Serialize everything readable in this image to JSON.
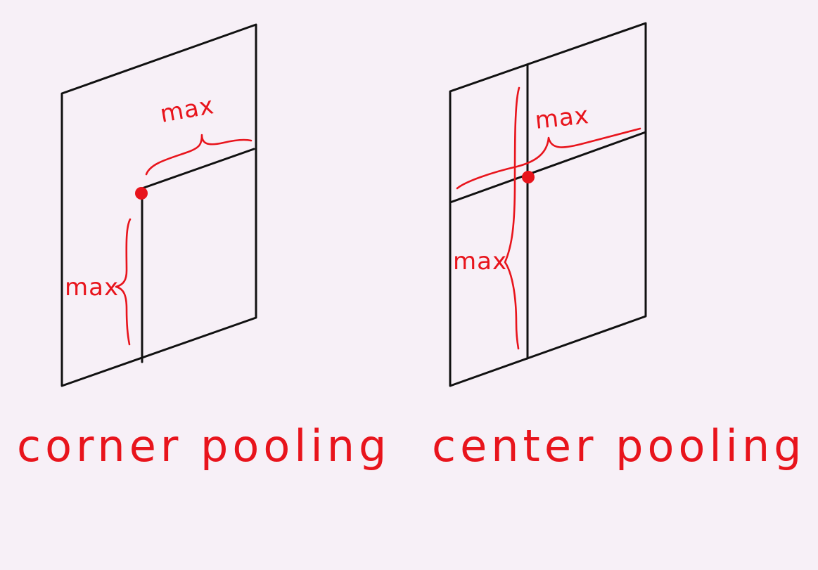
{
  "colors": {
    "background": "#f7f0f7",
    "ink": "#111111",
    "annotation": "#e8141c"
  },
  "diagrams": [
    {
      "id": "corner",
      "caption": "corner pooling",
      "horizontal_label": "max",
      "vertical_label": "max"
    },
    {
      "id": "center",
      "caption": "center pooling",
      "horizontal_label": "max",
      "vertical_label": "max"
    }
  ]
}
